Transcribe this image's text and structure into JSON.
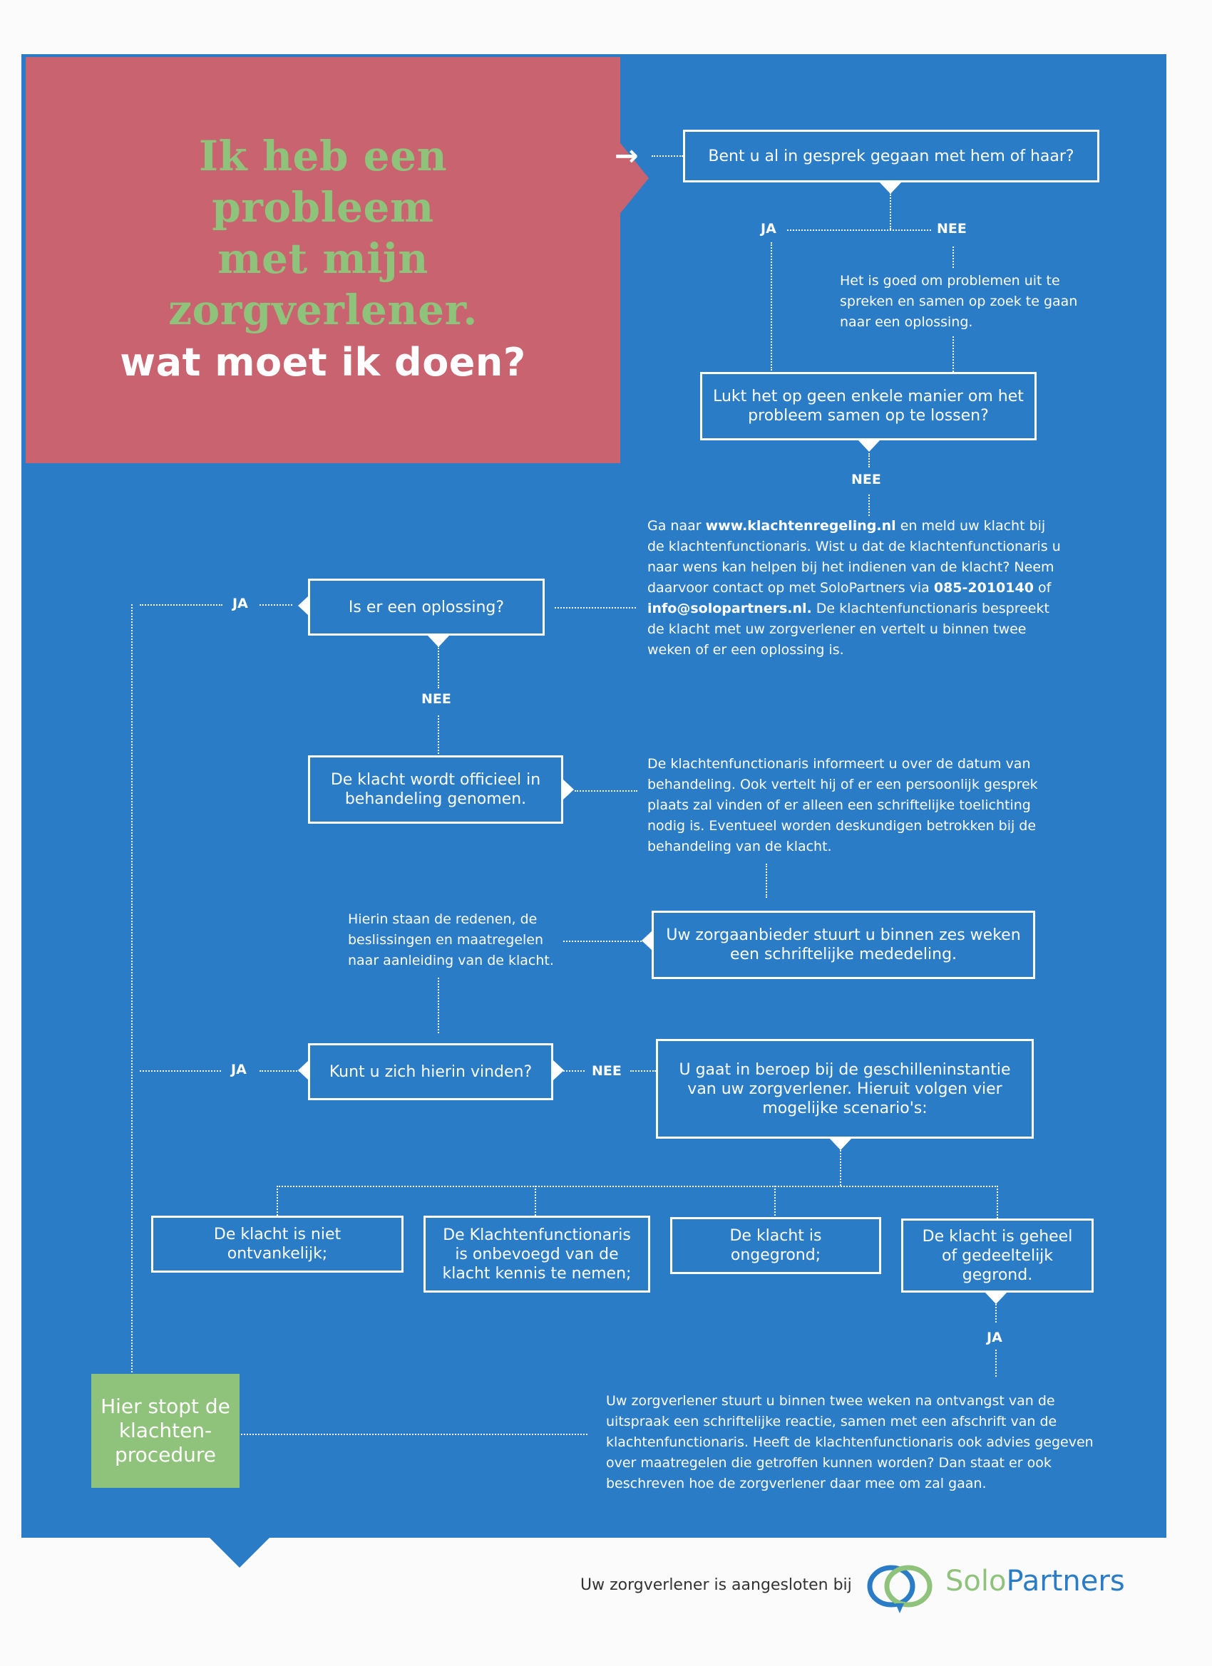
{
  "hero": {
    "line1": "Ik heb een",
    "line2": "probleem",
    "line3": "met mijn",
    "line4": "zorgverlener.",
    "line5": "wat moet ik doen?"
  },
  "nodes": {
    "q1": "Bent u al in gesprek gegaan met hem of haar?",
    "q2": "Lukt het op geen enkele manier om het probleem samen op te lossen?",
    "q3": "Is er een oplossing?",
    "s1": "De klacht wordt officieel in behandeling genomen.",
    "s2": "Uw zorgaanbieder stuurt u binnen zes weken een schriftelijke mededeling.",
    "q4": "Kunt u zich hierin vinden?",
    "s3": "U gaat in beroep bij de geschilleninstantie van uw zorgverlener. Hieruit volgen vier mogelijke scenario's:",
    "sc1": "De klacht is niet ontvankelijk;",
    "sc2": "De Klachtenfunctionaris is onbevoegd van de klacht kennis te nemen;",
    "sc3": "De klacht is ongegrond;",
    "sc4": "De klacht is geheel of gedeeltelijk gegrond."
  },
  "labels": {
    "ja": "JA",
    "nee": "NEE"
  },
  "notes": {
    "n1": "Het is goed om problemen uit te spreken en samen op zoek te gaan naar een oplossing.",
    "n2_a": "Ga naar ",
    "n2_url": "www.klachtenregeling.nl",
    "n2_b": " en meld uw klacht bij de klachtenfunctionaris. Wist u dat de klachtenfunctionaris u naar wens kan helpen bij het indienen van de klacht? Neem daarvoor contact op met SoloPartners via ",
    "n2_phone": "085-2010140",
    "n2_c": " of ",
    "n2_mail": "info@solopartners.nl.",
    "n2_d": " De klachtenfunctionaris bespreekt de klacht met uw zorgverlener en vertelt u binnen twee weken of er een oplossing is.",
    "n3": "De klachtenfunctionaris informeert u over de datum van behandeling. Ook vertelt hij of er een persoonlijk gesprek plaats zal vinden of er alleen een schriftelijke toelichting nodig is. Eventueel worden deskundigen betrokken bij de behandeling van de klacht.",
    "n4": "Hierin staan de redenen, de beslissingen en maatregelen naar aanleiding van de klacht.",
    "n5": "Uw zorgverlener stuurt u binnen twee weken na ontvangst van de uitspraak een schriftelijke reactie, samen met een afschrift van de klachtenfunctionaris. Heeft de klachtenfunctionaris ook advies gegeven over maatregelen die getroffen kunnen worden? Dan staat er ook beschreven hoe de zorgverlener daar mee om zal gaan."
  },
  "stop": "Hier stopt de klachten-procedure",
  "footer": {
    "text": "Uw zorgverlener is aangesloten bij",
    "brand_a": "Solo",
    "brand_b": "Partners",
    "logo_icon": "speech-bubbles-icon"
  },
  "colors": {
    "panel_blue": "#2a7cc7",
    "hero_red": "#c9636f",
    "accent_green": "#8fc27a"
  }
}
